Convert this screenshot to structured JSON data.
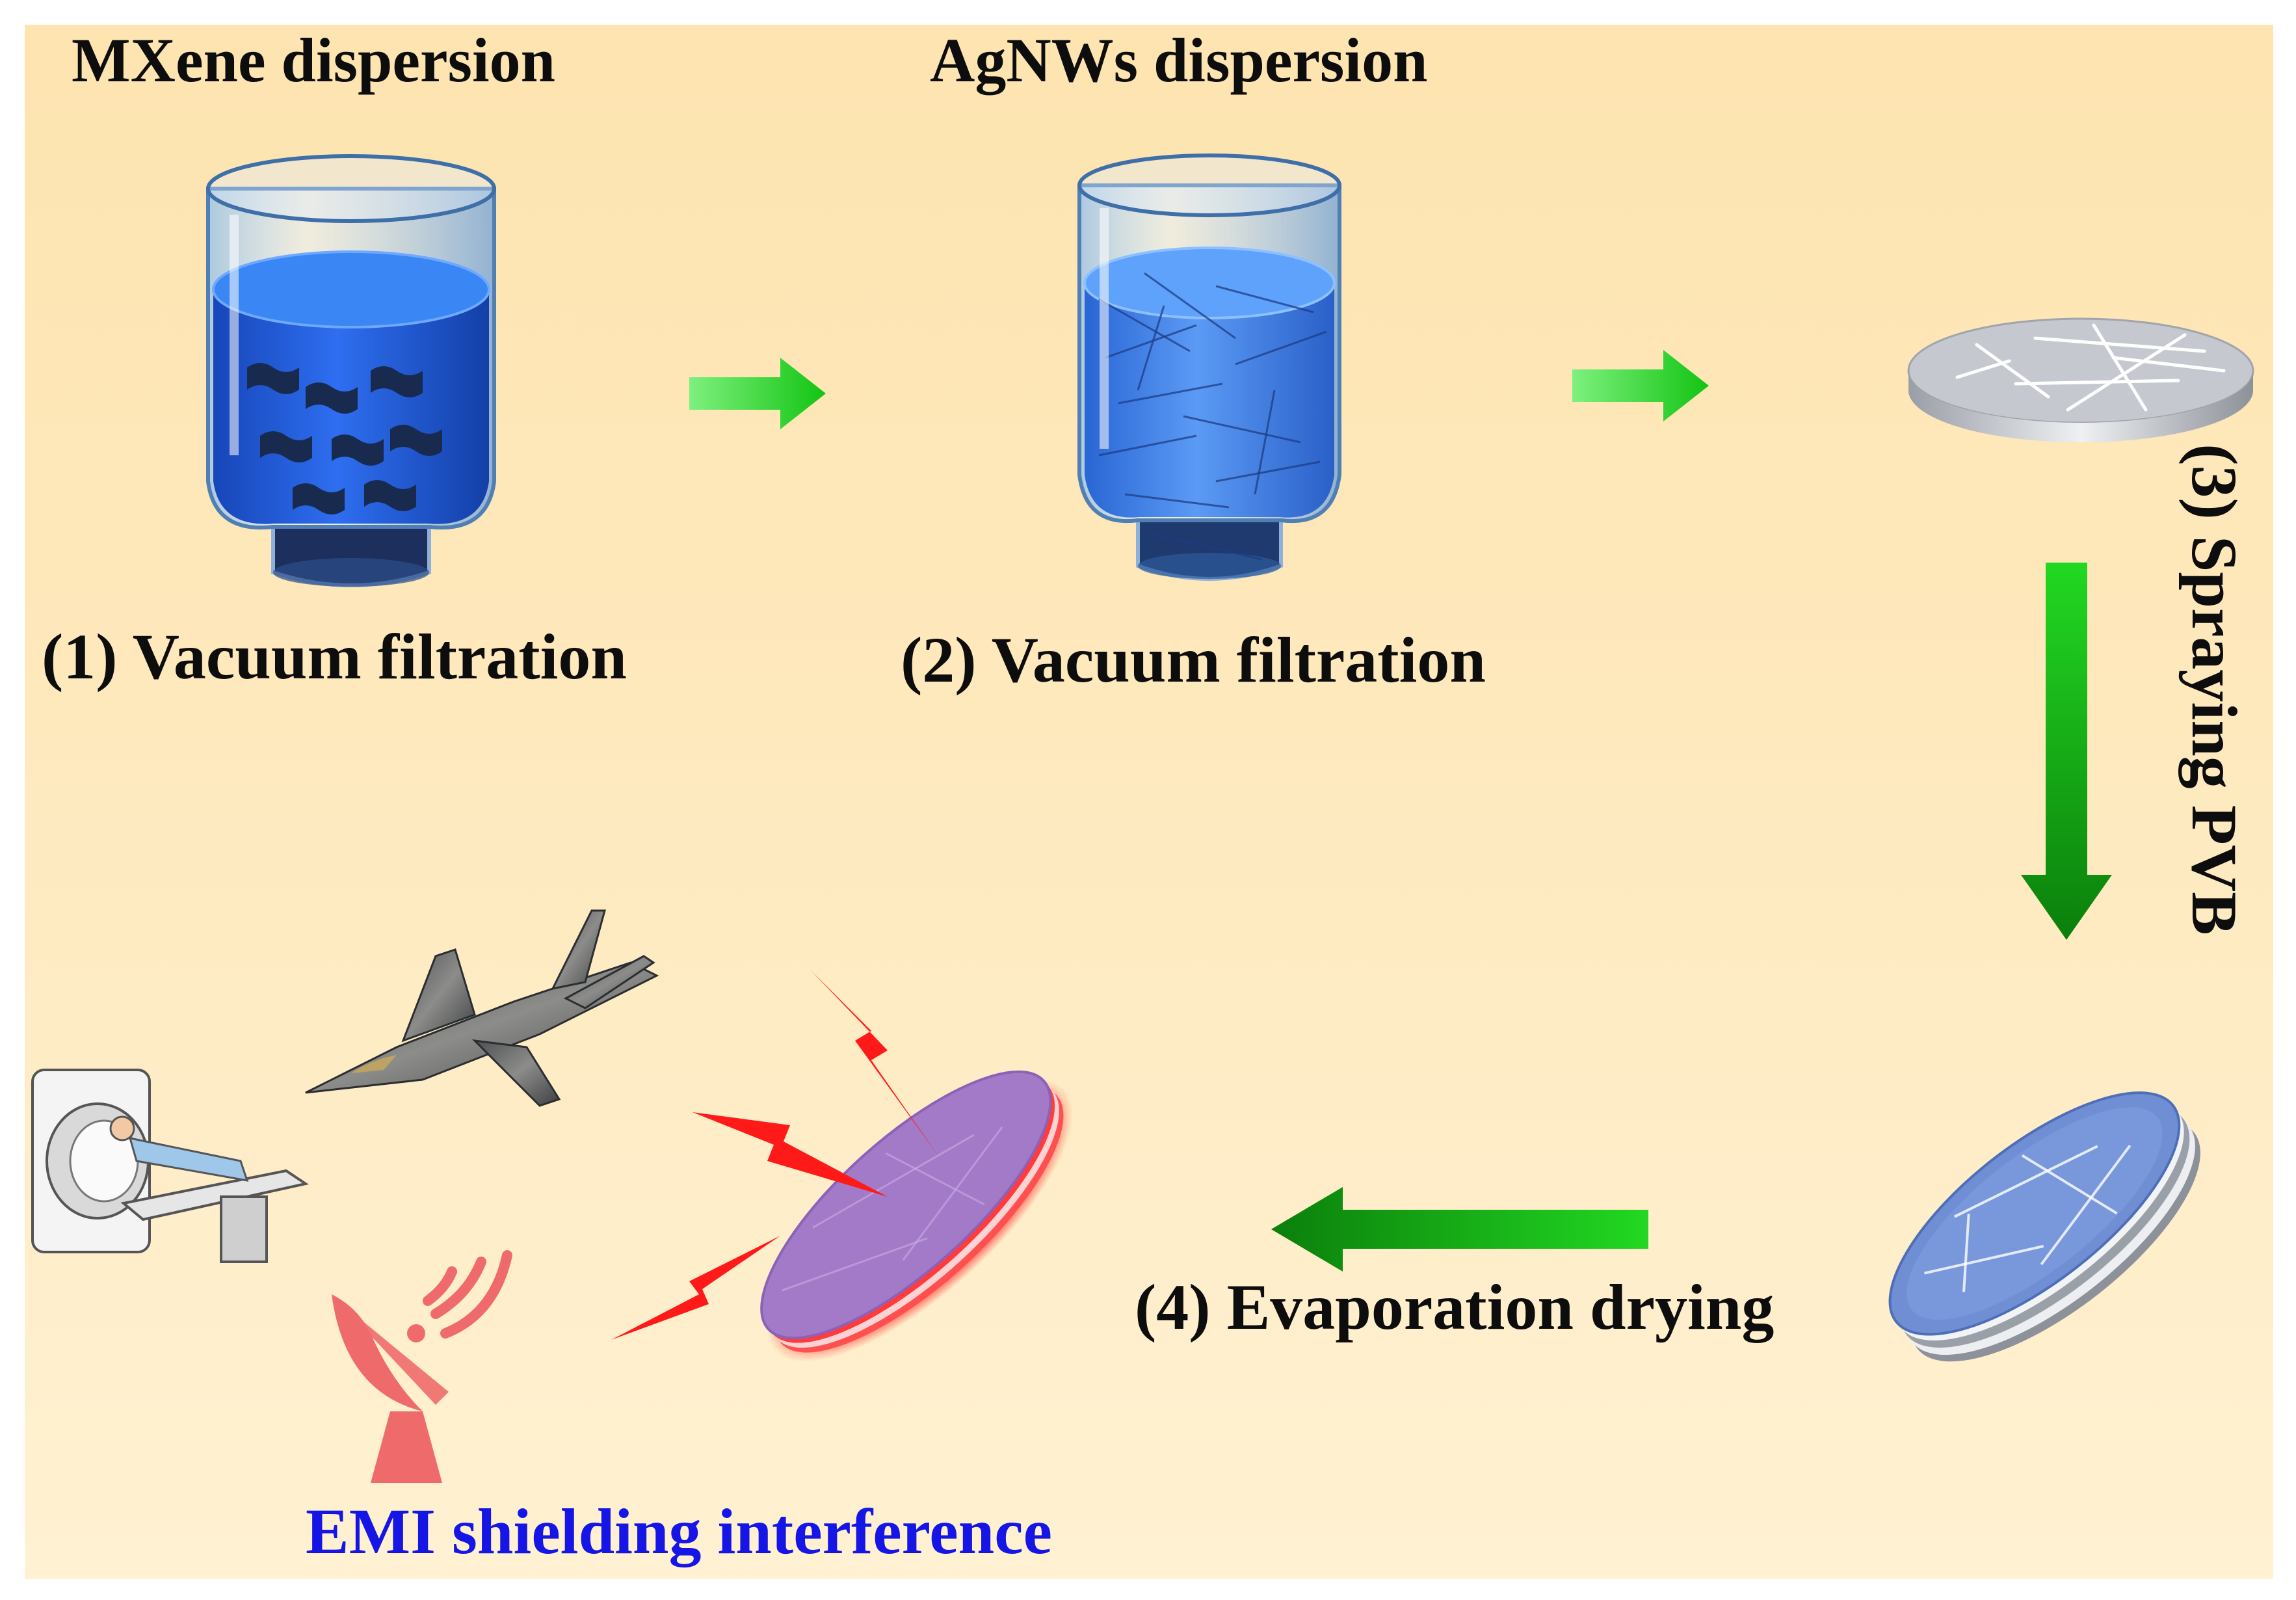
{
  "labels": {
    "mxene_dispersion": "MXene dispersion",
    "agnws_dispersion": "AgNWs dispersion",
    "step1": "(1) Vacuum filtration",
    "step2": "(2) Vacuum filtration",
    "step3": "(3) Spraying PVB",
    "step4": "(4) Evaporation drying",
    "application": "EMI shielding interference"
  },
  "colors": {
    "background_top": "#fde4b0",
    "background_bottom": "#fff1d2",
    "arrow_green": "#1fd11f",
    "arrow_green_dark": "#0a8c0a",
    "application_text": "#1515e6",
    "lightning_red": "#ff1a1a",
    "mxene_liquid": "#1f5de0",
    "agnws_liquid": "#3a7ff0",
    "shield_disk_purple": "#a077c4"
  },
  "icons": [
    "beaker-icon",
    "silver-nanowire-membrane-icon",
    "coated-membrane-icon",
    "emi-shield-film-icon",
    "fighter-jet-icon",
    "mri-scanner-icon",
    "satellite-dish-icon",
    "lightning-bolt-icon"
  ]
}
